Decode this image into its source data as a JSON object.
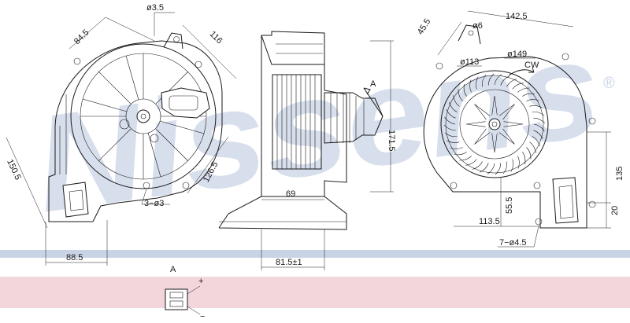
{
  "watermark": {
    "text": "Nissens",
    "registered": "®",
    "color": "#c9d3e6"
  },
  "band_colors": {
    "blue": "#c9d3e6",
    "pink": "#f2d6dc"
  },
  "dimensions": {
    "d3_5": "ø3.5",
    "a84_5": "84.5",
    "a116": "116",
    "a150_5": "150.5",
    "a126_5": "126.5",
    "holes_3": "3−ø3",
    "w88_5": "88.5",
    "w69": "69",
    "w81_5": "81.5±1",
    "view_a": "A",
    "h171_5": "171.5",
    "a45_5": "45.5",
    "d6": "ø6",
    "w142_5": "142.5",
    "d113": "ø113",
    "d149": "ø149",
    "cw": "CW",
    "h135": "135",
    "h20": "20",
    "h55_5": "55.5",
    "w113_5": "113.5",
    "holes_7": "7−ø4.5"
  },
  "connector": {
    "label": "A",
    "plus": "+",
    "minus": "−"
  }
}
